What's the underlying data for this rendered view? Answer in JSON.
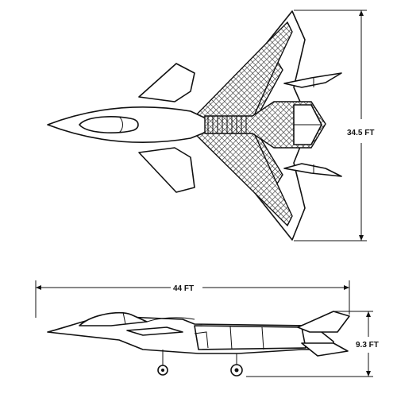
{
  "dimensions": {
    "span": "34.5 FT",
    "length": "44 FT",
    "height": "9.3 FT"
  },
  "views": [
    "top-view",
    "side-view"
  ]
}
